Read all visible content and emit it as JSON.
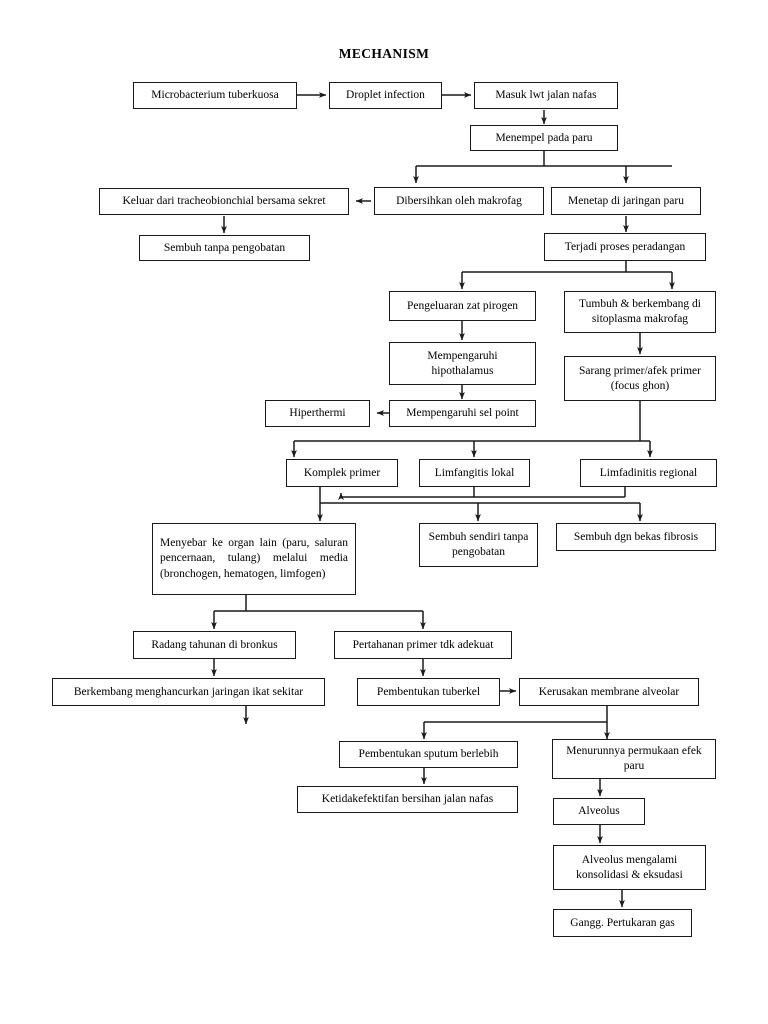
{
  "title": "MECHANISM",
  "diagram": {
    "kind": "flowchart",
    "orientation": "top-down",
    "line_color": "#1a1a1a",
    "box_fill": "#ffffff",
    "nodes": [
      {
        "id": "n1",
        "label": "Microbacterium tuberkuosa"
      },
      {
        "id": "n2",
        "label": "Droplet infection"
      },
      {
        "id": "n3",
        "label": "Masuk lwt jalan nafas"
      },
      {
        "id": "n4",
        "label": "Menempel pada paru"
      },
      {
        "id": "n5",
        "label": "Dibersihkan oleh makrofag"
      },
      {
        "id": "n6",
        "label": "Menetap di jaringan paru"
      },
      {
        "id": "n7",
        "label": "Keluar dari tracheobionchial bersama sekret"
      },
      {
        "id": "n8",
        "label": "Sembuh tanpa pengobatan"
      },
      {
        "id": "n9",
        "label": "Terjadi proses peradangan"
      },
      {
        "id": "n10",
        "label": "Pengeluaran zat pirogen"
      },
      {
        "id": "n11",
        "label": "Tumbuh & berkembang di sitoplasma makrofag"
      },
      {
        "id": "n12",
        "label": "Mempengaruhi hipothalamus"
      },
      {
        "id": "n13",
        "label": "Sarang primer/afek primer (focus ghon)"
      },
      {
        "id": "n14",
        "label": "Mempengaruhi sel point"
      },
      {
        "id": "n15",
        "label": "Hiperthermi"
      },
      {
        "id": "n16",
        "label": "Komplek primer"
      },
      {
        "id": "n17",
        "label": "Limfangitis lokal"
      },
      {
        "id": "n18",
        "label": "Limfadinitis regional"
      },
      {
        "id": "n19",
        "label": "Menyebar ke organ lain (paru, saluran pencernaan, tulang) melalui media (bronchogen, hematogen, limfogen)"
      },
      {
        "id": "n20",
        "label": "Sembuh sendiri tanpa pengobatan"
      },
      {
        "id": "n21",
        "label": "Sembuh dgn bekas fibrosis"
      },
      {
        "id": "n22",
        "label": "Radang tahunan di bronkus"
      },
      {
        "id": "n23",
        "label": "Pertahanan primer tdk adekuat"
      },
      {
        "id": "n24",
        "label": "Berkembang menghancurkan jaringan ikat sekitar"
      },
      {
        "id": "n25",
        "label": "Pembentukan tuberkel"
      },
      {
        "id": "n26",
        "label": "Kerusakan membrane alveolar"
      },
      {
        "id": "n27",
        "label": "Pembentukan sputum berlebih"
      },
      {
        "id": "n28",
        "label": "Menurunnya permukaan efek paru"
      },
      {
        "id": "n29",
        "label": "Ketidakefektifan bersihan jalan nafas"
      },
      {
        "id": "n30",
        "label": "Alveolus"
      },
      {
        "id": "n31",
        "label": "Alveolus mengalami konsolidasi & eksudasi"
      },
      {
        "id": "n32",
        "label": "Gangg. Pertukaran gas"
      }
    ],
    "edges": [
      {
        "from": "n1",
        "to": "n2"
      },
      {
        "from": "n2",
        "to": "n3"
      },
      {
        "from": "n3",
        "to": "n4"
      },
      {
        "from": "n4",
        "to": "n5"
      },
      {
        "from": "n4",
        "to": "n6"
      },
      {
        "from": "n5",
        "to": "n7"
      },
      {
        "from": "n7",
        "to": "n8"
      },
      {
        "from": "n6",
        "to": "n9"
      },
      {
        "from": "n9",
        "to": "n10"
      },
      {
        "from": "n9",
        "to": "n11"
      },
      {
        "from": "n10",
        "to": "n12"
      },
      {
        "from": "n11",
        "to": "n13"
      },
      {
        "from": "n12",
        "to": "n14"
      },
      {
        "from": "n14",
        "to": "n15"
      },
      {
        "from": "n13",
        "to": "n16"
      },
      {
        "from": "n13",
        "to": "n17"
      },
      {
        "from": "n13",
        "to": "n18"
      },
      {
        "from": "n17",
        "to": "n16"
      },
      {
        "from": "n18",
        "to": "n16"
      },
      {
        "from": "n16",
        "to": "n19"
      },
      {
        "from": "n17",
        "to": "n20"
      },
      {
        "from": "n18",
        "to": "n21"
      },
      {
        "from": "n19",
        "to": "n22"
      },
      {
        "from": "n19",
        "to": "n23"
      },
      {
        "from": "n22",
        "to": "n24"
      },
      {
        "from": "n24",
        "to": "end-arrow"
      },
      {
        "from": "n23",
        "to": "n25"
      },
      {
        "from": "n25",
        "to": "n26"
      },
      {
        "from": "n26",
        "to": "n27"
      },
      {
        "from": "n26",
        "to": "n28"
      },
      {
        "from": "n27",
        "to": "n29"
      },
      {
        "from": "n28",
        "to": "n30"
      },
      {
        "from": "n30",
        "to": "n31"
      },
      {
        "from": "n31",
        "to": "n32"
      }
    ]
  }
}
